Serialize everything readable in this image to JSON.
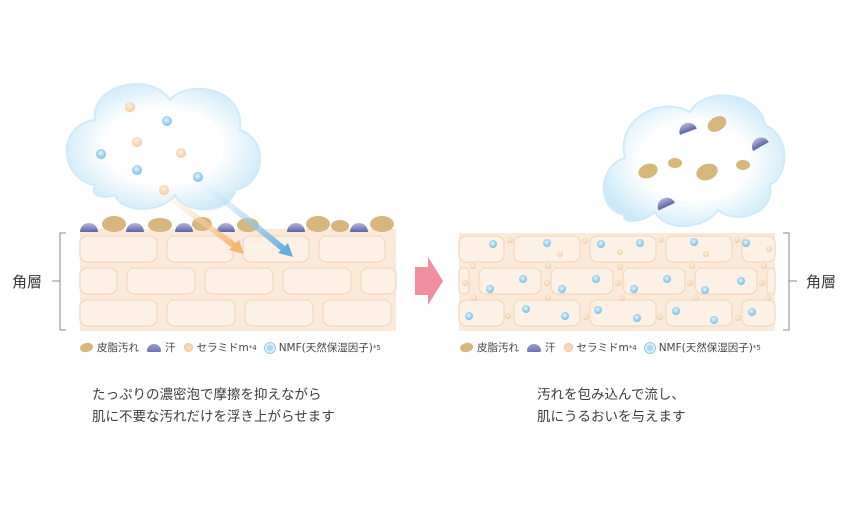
{
  "side_label": "角層",
  "arrow_color": "#f08fa0",
  "left_panel": {
    "caption_lines": [
      "たっぷりの濃密泡で摩擦を抑えながら",
      "肌に不要な汚れだけを浮き上がらせます"
    ]
  },
  "right_panel": {
    "caption_lines": [
      "汚れを包み込んで流し、",
      "肌にうるおいを与えます"
    ]
  },
  "legend": {
    "dirt": "皮脂汚れ",
    "sweat": "汗",
    "ceramide": "セラミドm",
    "ceramide_note": "*4",
    "nmf": "NMF(天然保湿因子)",
    "nmf_note": "*5"
  },
  "colors": {
    "cell_fill": "#fdf0e4",
    "cell_border": "#f3dcc4",
    "mortar": "#fbe9d9",
    "cloud_edge": "#bfe3f5",
    "dirt": "#d7b67b",
    "sweat": "#7b80bb",
    "ceramide": "#f8d9b4",
    "nmf": "#aad7ef"
  }
}
